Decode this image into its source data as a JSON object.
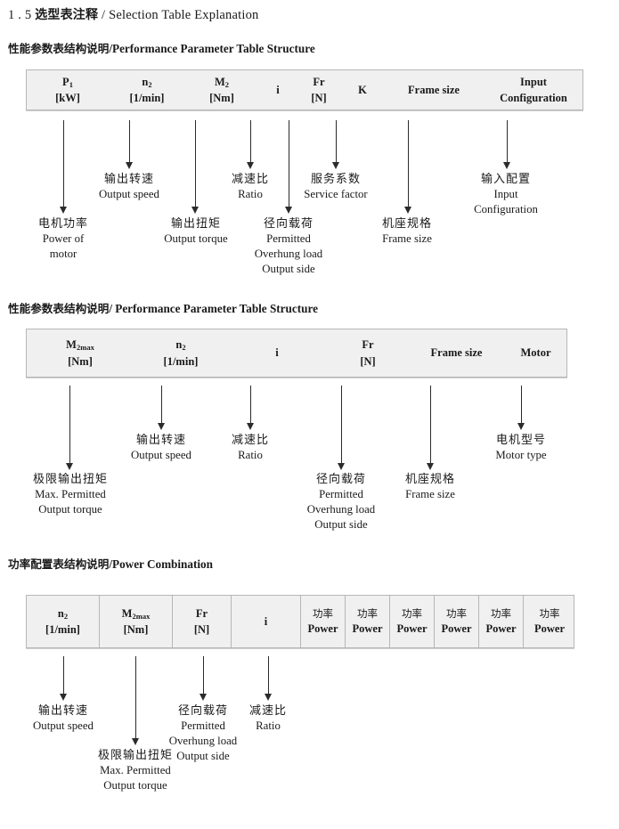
{
  "page": {
    "title_number": "1 . 5",
    "title_cn": "选型表注释",
    "title_sep": "/",
    "title_en": "Selection Table Explanation"
  },
  "sections": [
    {
      "id": "performance-parameter-1",
      "heading_cn": "性能参数表结构说明",
      "heading_sep": "/",
      "heading_en": "Performance Parameter Table Structure",
      "columns": [
        {
          "sym": "P",
          "sub": "1",
          "unit": "[kW]"
        },
        {
          "sym": "n",
          "sub": "2",
          "unit": "[1/min]"
        },
        {
          "sym": "M",
          "sub": "2",
          "unit": "[Nm]"
        },
        {
          "sym": "i",
          "sub": "",
          "unit": ""
        },
        {
          "sym": "Fr",
          "sub": "",
          "unit": "[N]"
        },
        {
          "sym": "K",
          "sub": "",
          "unit": ""
        },
        {
          "sym": "Frame size",
          "sub": "",
          "unit": ""
        },
        {
          "sym": "Input",
          "sub": "",
          "unit": "Configuration"
        }
      ],
      "annotations": [
        {
          "cn": "电机功率",
          "en": [
            "Power of",
            "motor"
          ]
        },
        {
          "cn": "输出转速",
          "en": [
            "Output speed"
          ]
        },
        {
          "cn": "输出扭矩",
          "en": [
            "Output torque"
          ]
        },
        {
          "cn": "减速比",
          "en": [
            "Ratio"
          ]
        },
        {
          "cn": "径向载荷",
          "en": [
            "Permitted",
            "Overhung load",
            "Output side"
          ]
        },
        {
          "cn": "服务系数",
          "en": [
            "Service factor"
          ]
        },
        {
          "cn": "机座规格",
          "en": [
            "Frame size"
          ]
        },
        {
          "cn": "输入配置",
          "en": [
            "Input",
            "Configuration"
          ]
        }
      ]
    },
    {
      "id": "performance-parameter-2",
      "heading_cn": "性能参数表结构说明",
      "heading_sep": "/",
      "heading_en": "Performance Parameter Table Structure",
      "columns": [
        {
          "sym": "M",
          "sub": "2max",
          "unit": "[Nm]"
        },
        {
          "sym": "n",
          "sub": "2",
          "unit": "[1/min]"
        },
        {
          "sym": "i",
          "sub": "",
          "unit": ""
        },
        {
          "sym": "Fr",
          "sub": "",
          "unit": "[N]"
        },
        {
          "sym": "Frame size",
          "sub": "",
          "unit": ""
        },
        {
          "sym": "Motor",
          "sub": "",
          "unit": ""
        }
      ],
      "annotations": [
        {
          "cn": "极限输出扭矩",
          "en": [
            "Max. Permitted",
            "Output  torque"
          ]
        },
        {
          "cn": "输出转速",
          "en": [
            "Output speed"
          ]
        },
        {
          "cn": "减速比",
          "en": [
            "Ratio"
          ]
        },
        {
          "cn": "径向载荷",
          "en": [
            "Permitted",
            "Overhung load",
            "Output side"
          ]
        },
        {
          "cn": "机座规格",
          "en": [
            "Frame size"
          ]
        },
        {
          "cn": "电机型号",
          "en": [
            "Motor type"
          ]
        }
      ]
    },
    {
      "id": "power-combination",
      "heading_cn": "功率配置表结构说明",
      "heading_sep": "/",
      "heading_en": "Power Combination",
      "columns": [
        {
          "sym": "n",
          "sub": "2",
          "unit": "[1/min]"
        },
        {
          "sym": "M",
          "sub": "2max",
          "unit": "[Nm]"
        },
        {
          "sym": "Fr",
          "sub": "",
          "unit": "[N]"
        },
        {
          "sym": "i",
          "sub": "",
          "unit": ""
        },
        {
          "sym": "功率",
          "sub": "",
          "unit": "Power"
        },
        {
          "sym": "功率",
          "sub": "",
          "unit": "Power"
        },
        {
          "sym": "功率",
          "sub": "",
          "unit": "Power"
        },
        {
          "sym": "功率",
          "sub": "",
          "unit": "Power"
        },
        {
          "sym": "功率",
          "sub": "",
          "unit": "Power"
        },
        {
          "sym": "功率",
          "sub": "",
          "unit": "Power"
        }
      ],
      "annotations": [
        {
          "cn": "输出转速",
          "en": [
            "Output speed"
          ]
        },
        {
          "cn": "极限输出扭矩",
          "en": [
            "Max. Permitted",
            "Output  torque"
          ]
        },
        {
          "cn": "径向载荷",
          "en": [
            "Permitted",
            "Overhung load",
            "Output side"
          ]
        },
        {
          "cn": "减速比",
          "en": [
            "Ratio"
          ]
        }
      ]
    }
  ],
  "colors": {
    "table_fill": "#f0f0f0",
    "table_border": "#b6b6b6",
    "ink": "#1a1a1a"
  }
}
